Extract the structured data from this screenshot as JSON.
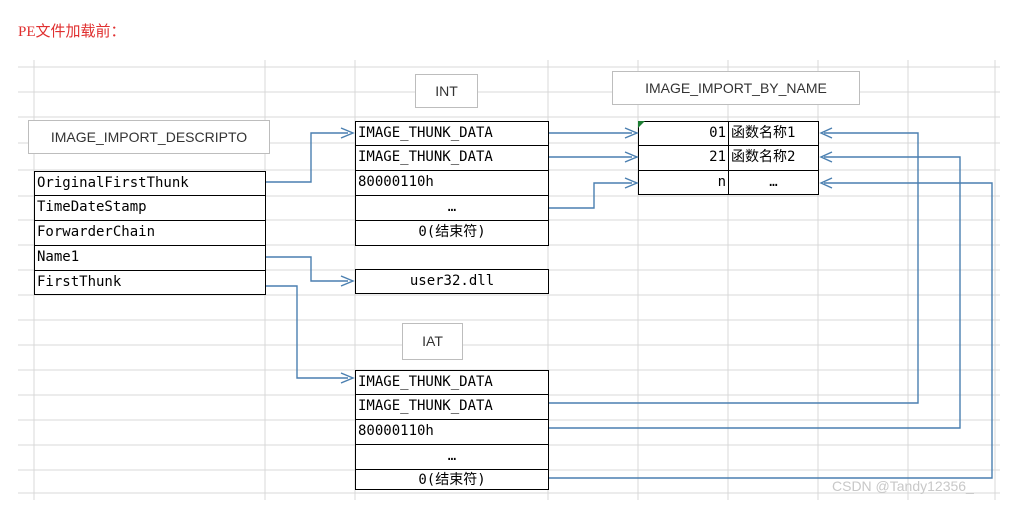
{
  "heading": "PE文件加载前：",
  "descriptor": {
    "title": "IMAGE_IMPORT_DESCRIPTO",
    "fields": [
      "OriginalFirstThunk",
      "TimeDateStamp",
      "ForwarderChain",
      "Name1",
      "FirstThunk"
    ]
  },
  "int_table": {
    "title": "INT",
    "rows": [
      "IMAGE_THUNK_DATA",
      "IMAGE_THUNK_DATA",
      "80000110h",
      "…",
      "0(结束符)"
    ]
  },
  "dll_name": "user32.dll",
  "iat_table": {
    "title": "IAT",
    "rows": [
      "IMAGE_THUNK_DATA",
      "IMAGE_THUNK_DATA",
      "80000110h",
      "…",
      "0(结束符)"
    ]
  },
  "import_by_name": {
    "title": "IMAGE_IMPORT_BY_NAME",
    "rows": [
      {
        "hint": "01",
        "name": "函数名称1"
      },
      {
        "hint": "21",
        "name": "函数名称2"
      },
      {
        "hint": "n",
        "name": "…"
      }
    ]
  },
  "watermark": "CSDN @Tandy12356_",
  "colors": {
    "heading": "#e03030",
    "arrow": "#4a7fb0",
    "grid": "#d8d8d8",
    "border": "#000000"
  }
}
